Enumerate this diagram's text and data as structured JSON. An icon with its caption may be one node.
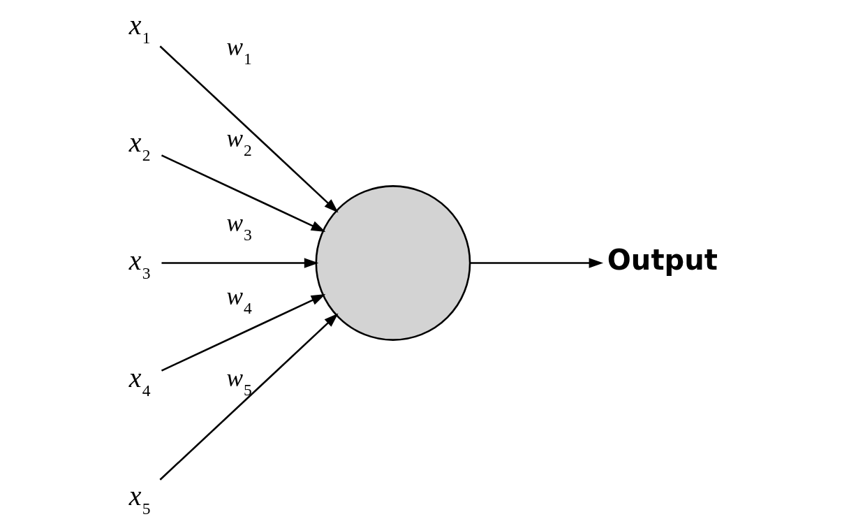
{
  "diagram": {
    "nodes": [
      {
        "text": [
          "x$_{1}$"
        ]
      },
      {
        "text": [
          "x$_{2}$"
        ]
      },
      {
        "text": [
          "x$_{3}$"
        ]
      },
      {
        "text": [
          "x$_{4}$"
        ]
      },
      {
        "text": [
          "x$_{5}$"
        ]
      },
      {
        "text": [],
        "shape": "circle"
      },
      {
        "text": [
          "Output"
        ]
      }
    ],
    "edges": [
      {
        "from": 0,
        "to": 5,
        "arrow": "to",
        "label": "w$_{1}$"
      },
      {
        "from": 1,
        "to": 5,
        "arrow": "to",
        "label": "w$_{2}$"
      },
      {
        "from": 2,
        "to": 5,
        "arrow": "to",
        "label": "w$_{3}$"
      },
      {
        "from": 3,
        "to": 5,
        "arrow": "to",
        "label": "w$_{4}$"
      },
      {
        "from": 4,
        "to": 5,
        "arrow": "to",
        "label": "w$_{5}$"
      },
      {
        "from": 5,
        "to": 6,
        "arrow": "to"
      }
    ]
  }
}
